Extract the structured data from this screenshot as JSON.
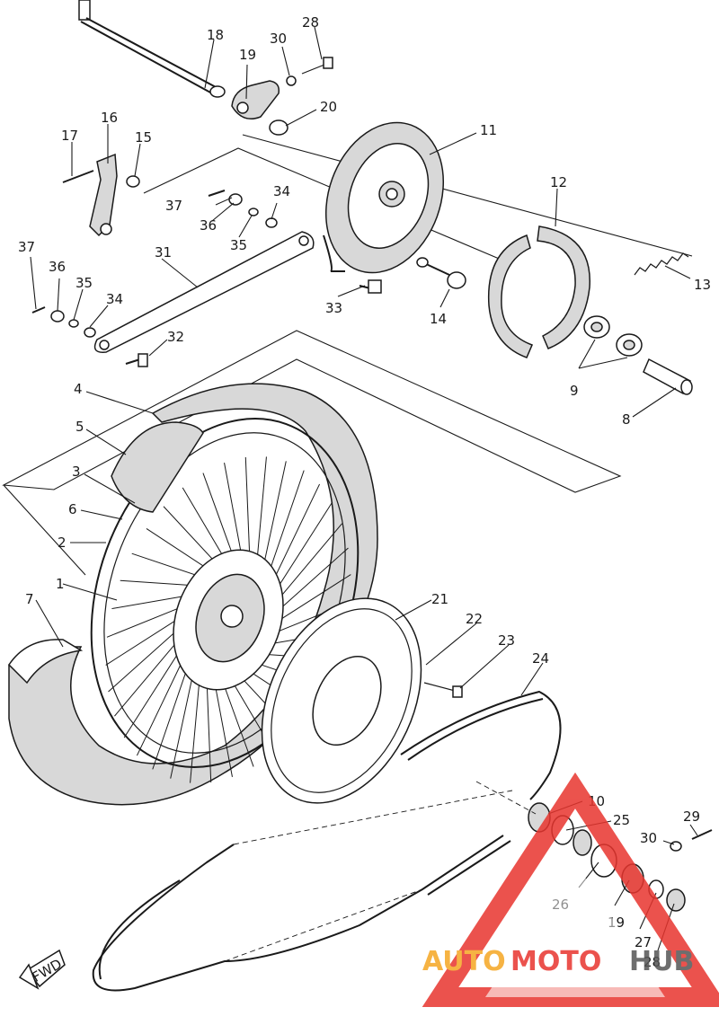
{
  "callouts": [
    "1",
    "2",
    "3",
    "4",
    "5",
    "6",
    "7",
    "8",
    "9",
    "10",
    "11",
    "12",
    "13",
    "14",
    "15",
    "16",
    "17",
    "18",
    "19",
    "20",
    "21",
    "22",
    "23",
    "24",
    "25",
    "26",
    "27",
    "28",
    "29",
    "30",
    "31",
    "32",
    "33",
    "34",
    "35",
    "36",
    "37"
  ],
  "callouts_repeat": [
    "19",
    "28",
    "30",
    "34",
    "35",
    "36",
    "37"
  ],
  "fwd_label": "FWD",
  "watermark": {
    "part1": "AUTO",
    "part2": "MOTO",
    "part3": "HUB",
    "color_orange": "#f5a623",
    "color_red": "#e8352e",
    "color_gray": "#555555"
  }
}
